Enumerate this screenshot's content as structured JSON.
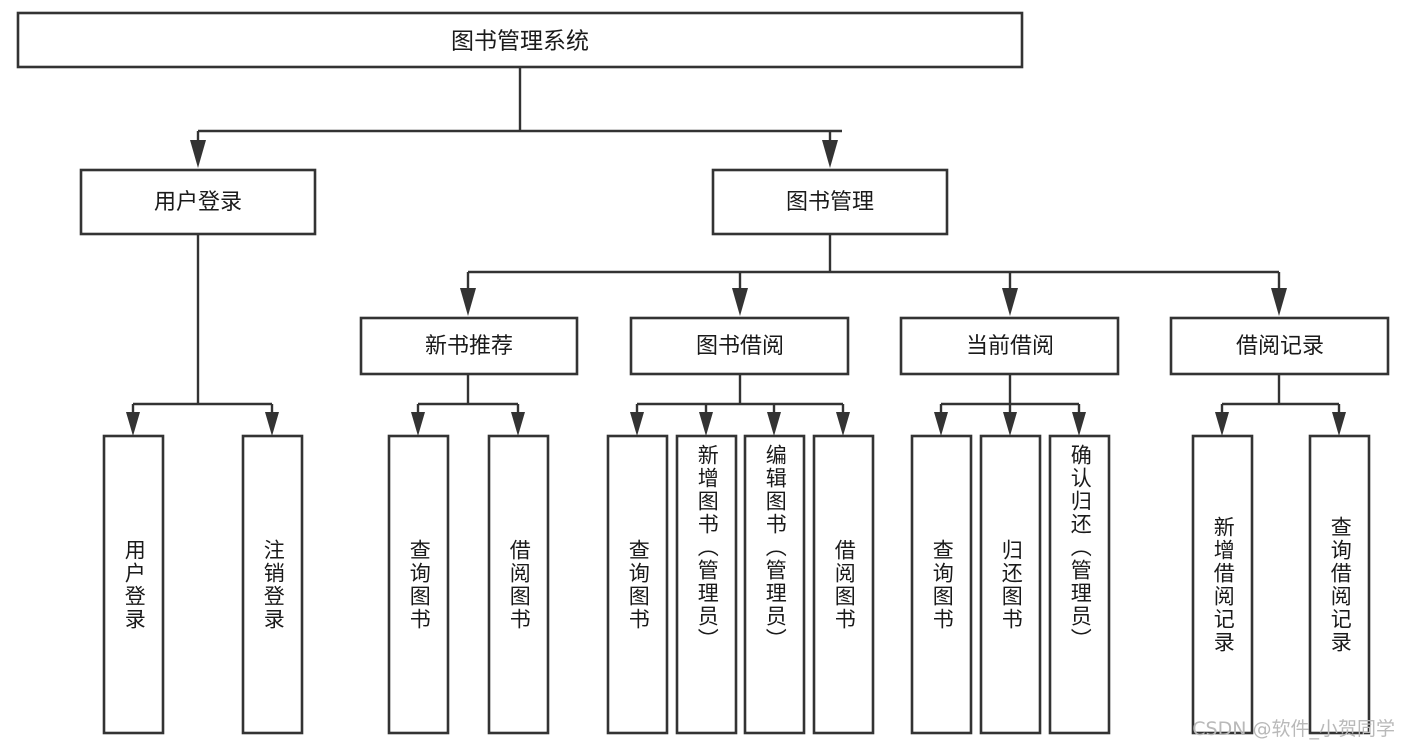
{
  "diagram": {
    "type": "tree",
    "title": "图书管理系统",
    "orientation": "top-down",
    "colors": {
      "box_fill": "#ffffff",
      "box_stroke": "#333333",
      "text": "#1a1a1a",
      "background": "#ffffff",
      "watermark": "#b9b9b9"
    },
    "root": {
      "label": "图书管理系统"
    },
    "level2": [
      {
        "id": "user-login",
        "label": "用户登录"
      },
      {
        "id": "book-management",
        "label": "图书管理"
      }
    ],
    "level3": [
      {
        "id": "new-book-recommend",
        "label": "新书推荐"
      },
      {
        "id": "book-borrow",
        "label": "图书借阅"
      },
      {
        "id": "current-borrow",
        "label": "当前借阅"
      },
      {
        "id": "borrow-record",
        "label": "借阅记录"
      }
    ],
    "leaves": {
      "user-login": [
        {
          "id": "leaf-user-login",
          "label": "用户登录"
        },
        {
          "id": "leaf-logout",
          "label": "注销登录"
        }
      ],
      "new-book-recommend": [
        {
          "id": "leaf-query-book-1",
          "label": "查询图书"
        },
        {
          "id": "leaf-borrow-book-1",
          "label": "借阅图书"
        }
      ],
      "book-borrow": [
        {
          "id": "leaf-query-book-2",
          "label": "查询图书"
        },
        {
          "id": "leaf-add-book",
          "label": "新增图书（管理员）"
        },
        {
          "id": "leaf-edit-book",
          "label": "编辑图书（管理员）"
        },
        {
          "id": "leaf-borrow-book-2",
          "label": "借阅图书"
        }
      ],
      "current-borrow": [
        {
          "id": "leaf-query-book-3",
          "label": "查询图书"
        },
        {
          "id": "leaf-return-book",
          "label": "归还图书"
        },
        {
          "id": "leaf-confirm-return",
          "label": "确认归还（管理员）"
        }
      ],
      "borrow-record": [
        {
          "id": "leaf-add-record",
          "label": "新增借阅记录"
        },
        {
          "id": "leaf-query-record",
          "label": "查询借阅记录"
        }
      ]
    }
  },
  "watermark": {
    "text": "CSDN @软件_小贺同学"
  }
}
